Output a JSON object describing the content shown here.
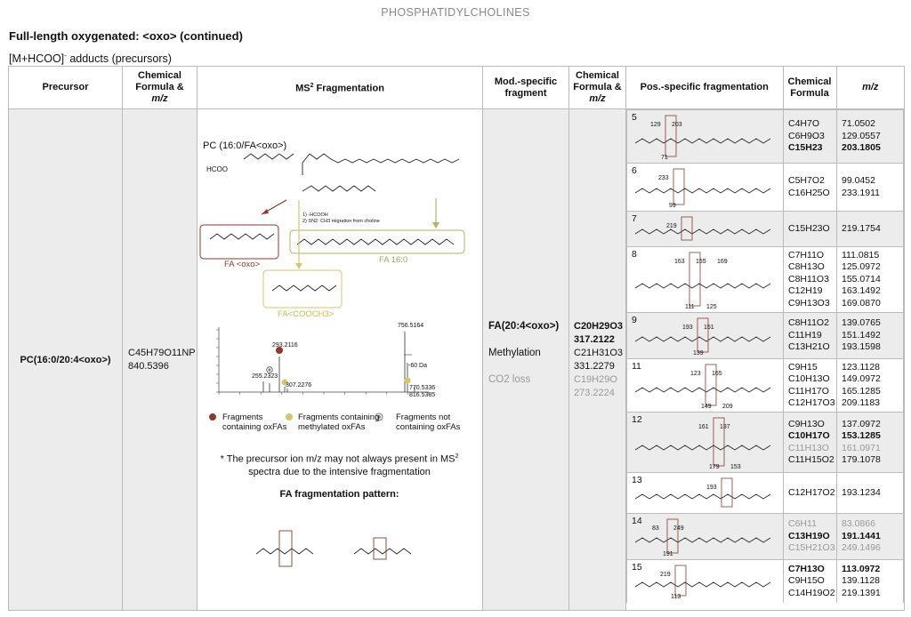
{
  "header": {
    "title": "PHOSPHATIDYLCHOLINES"
  },
  "section": {
    "title": "Full-length oxygenated: <oxo> (continued)",
    "subtitle_pre": "[M+HCOO]",
    "subtitle_sup": "-",
    "subtitle_post": " adducts (precursors)"
  },
  "columns": {
    "precursor": "Precursor",
    "chem1_a": "Chemical",
    "chem1_b": "Formula &",
    "chem1_c": "m/z",
    "ms2_a": "MS",
    "ms2_sup": "2",
    "ms2_b": " Fragmentation",
    "mod_a": "Mod.-specific",
    "mod_b": "fragment",
    "chem2_a": "Chemical",
    "chem2_b": "Formula &",
    "chem2_c": "m/z",
    "pos": "Pos.-specific fragmentation",
    "chem3_a": "Chemical",
    "chem3_b": "Formula",
    "mz": "m/z"
  },
  "row": {
    "precursor": "PC(16:0/20:4<oxo>)",
    "formula": "C45H79O11NP",
    "mz": "840.5396",
    "mod_fragments": [
      {
        "label": "FA(20:4<oxo>)",
        "bold": true
      },
      {
        "label": "Methylation",
        "bold": false
      },
      {
        "label": "CO2 loss",
        "bold": false,
        "grey": true
      }
    ],
    "mod_formulas": [
      {
        "formula": "C20H29O3",
        "mz": "317.2122",
        "style": "bold"
      },
      {
        "formula": "C21H31O3",
        "mz": "331.2279",
        "style": "normal"
      },
      {
        "formula": "C19H29O",
        "mz": "273.2224",
        "style": "grey"
      }
    ]
  },
  "ms2": {
    "compound": "PC (16:0/FA<oxo>)",
    "hcoo": "HCOO",
    "step1": "1) -HCOOH",
    "step2": "2) SN2: CH3 migration from choline",
    "fa_oxo": "FA <oxo>",
    "fa_160": "FA 16:0",
    "fa_cooch3": "FA<COOCH3>",
    "peak_main": "756.5164",
    "peak_293": "293.2116",
    "peak_255": "255.2323",
    "peak_307": "307.2276",
    "peak_770": "770.5336",
    "peak_816": "816.5385",
    "loss_label": "-60 Da",
    "legend1a": "Fragments",
    "legend1b": "containing oxFAs",
    "legend2a": "Fragments containing",
    "legend2b": "methylated oxFAs",
    "legend3a": "Fragments not",
    "legend3b": "containing oxFAs",
    "note_a": "* The precursor ion m/z may not always present in MS",
    "note_sup": "2",
    "note_b": "spectra due to the intensive fragmentation",
    "pattern_title": "FA fragmentation pattern:",
    "colors": {
      "brown": "#8b3a2e",
      "olive": "#b5b06a",
      "gold": "#d8c56b",
      "grey": "#8a8a7a"
    }
  },
  "positions": [
    {
      "pos": "5",
      "labels": [
        "129",
        "71",
        "203"
      ],
      "shade": true,
      "items": [
        {
          "f": "C4H7O",
          "mz": "71.0502",
          "s": ""
        },
        {
          "f": "C6H9O3",
          "mz": "129.0557",
          "s": ""
        },
        {
          "f": "C15H23",
          "mz": "203.1805",
          "s": "bold"
        }
      ]
    },
    {
      "pos": "6",
      "labels": [
        "233",
        "99"
      ],
      "shade": false,
      "items": [
        {
          "f": "C5H7O2",
          "mz": "99.0452",
          "s": ""
        },
        {
          "f": "C16H25O",
          "mz": "233.1911",
          "s": ""
        }
      ]
    },
    {
      "pos": "7",
      "labels": [
        "219"
      ],
      "shade": true,
      "items": [
        {
          "f": "C15H23O",
          "mz": "219.1754",
          "s": ""
        }
      ]
    },
    {
      "pos": "8",
      "labels": [
        "163",
        "111",
        "155",
        "125",
        "169"
      ],
      "shade": false,
      "items": [
        {
          "f": "C7H11O",
          "mz": "111.0815",
          "s": ""
        },
        {
          "f": "C8H13O",
          "mz": "125.0972",
          "s": ""
        },
        {
          "f": "C8H11O3",
          "mz": "155.0714",
          "s": ""
        },
        {
          "f": "C12H19",
          "mz": "163.1492",
          "s": ""
        },
        {
          "f": "C9H13O3",
          "mz": "169.0870",
          "s": ""
        }
      ]
    },
    {
      "pos": "9",
      "labels": [
        "193",
        "139",
        "151"
      ],
      "shade": true,
      "items": [
        {
          "f": "C8H11O2",
          "mz": "139.0765",
          "s": ""
        },
        {
          "f": "C11H19",
          "mz": "151.1492",
          "s": ""
        },
        {
          "f": "C13H21O",
          "mz": "193.1598",
          "s": ""
        }
      ]
    },
    {
      "pos": "11",
      "labels": [
        "123",
        "149",
        "165",
        "209"
      ],
      "shade": false,
      "items": [
        {
          "f": "C9H15",
          "mz": "123.1128",
          "s": ""
        },
        {
          "f": "C10H13O",
          "mz": "149.0972",
          "s": ""
        },
        {
          "f": "C11H17O",
          "mz": "165.1285",
          "s": ""
        },
        {
          "f": "C12H17O3",
          "mz": "209.1183",
          "s": ""
        }
      ]
    },
    {
      "pos": "12",
      "labels": [
        "161",
        "179",
        "137",
        "153"
      ],
      "shade": true,
      "items": [
        {
          "f": "C9H13O",
          "mz": "137.0972",
          "s": ""
        },
        {
          "f": "C10H17O",
          "mz": "153.1285",
          "s": "bold"
        },
        {
          "f": "C11H13O",
          "mz": "161.0971",
          "s": "grey"
        },
        {
          "f": "C11H15O2",
          "mz": "179.1078",
          "s": ""
        }
      ]
    },
    {
      "pos": "13",
      "labels": [
        "193"
      ],
      "shade": false,
      "items": [
        {
          "f": "C12H17O2",
          "mz": "193.1234",
          "s": ""
        }
      ]
    },
    {
      "pos": "14",
      "labels": [
        "83",
        "191",
        "249"
      ],
      "shade": true,
      "items": [
        {
          "f": "C6H11",
          "mz": "83.0866",
          "s": "grey"
        },
        {
          "f": "C13H19O",
          "mz": "191.1441",
          "s": "bold"
        },
        {
          "f": "C15H21O3",
          "mz": "249.1496",
          "s": "grey"
        }
      ]
    },
    {
      "pos": "15",
      "labels": [
        "219",
        "113"
      ],
      "shade": false,
      "items": [
        {
          "f": "C7H13O",
          "mz": "113.0972",
          "s": "bold"
        },
        {
          "f": "C9H15O",
          "mz": "139.1128",
          "s": ""
        },
        {
          "f": "C14H19O2",
          "mz": "219.1391",
          "s": ""
        }
      ]
    }
  ]
}
